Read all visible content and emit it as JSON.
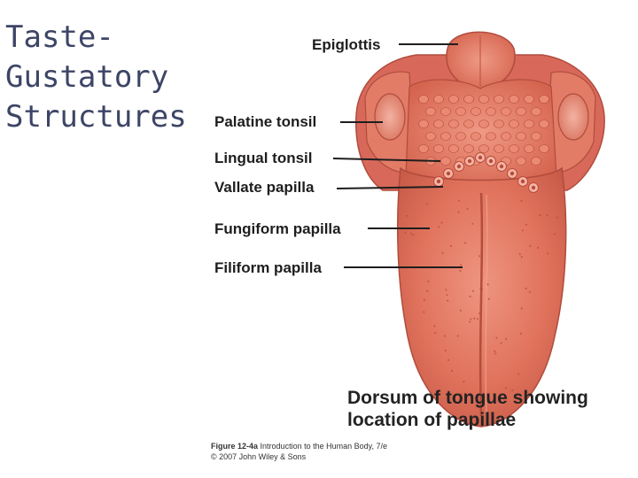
{
  "title": {
    "lines": [
      "Taste-",
      "Gustatory",
      "Structures"
    ]
  },
  "diagram": {
    "labels": {
      "epiglottis": "Epiglottis",
      "palatine_tonsil": "Palatine tonsil",
      "lingual_tonsil": "Lingual tonsil",
      "vallate_papilla": "Vallate papilla",
      "fungiform_papilla": "Fungiform papilla",
      "filiform_papilla": "Filiform papilla"
    },
    "caption": {
      "line1": "Dorsum of tongue showing",
      "line2": "location of papillae"
    },
    "credit": {
      "figure": "Figure 12-4a",
      "source": "Introduction to the Human Body, 7/e",
      "copyright": "© 2007 John Wiley & Sons"
    },
    "colors": {
      "tongue": "#e0725c",
      "tongue_light": "#ea8a74",
      "tongue_dark": "#b94a3a",
      "tonsil": "#e98872",
      "leader_line": "#1e1e1e",
      "title": "#3d4566"
    }
  }
}
